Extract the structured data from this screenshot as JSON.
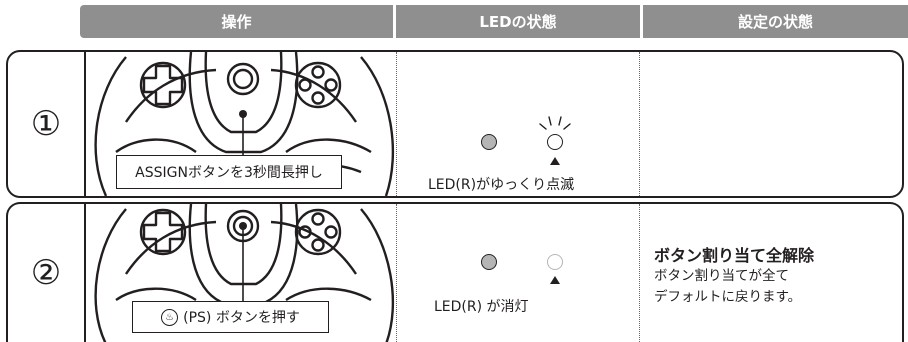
{
  "headers": {
    "operation": "操作",
    "led_state": "LEDの状態",
    "setting_state": "設定の状態"
  },
  "rows": [
    {
      "number": "①",
      "operation_label": "ASSIGNボタンを3秒間長押し",
      "led_text": "LED(R)がゆっくり点滅",
      "led_right": "blinking",
      "setting_title": "",
      "setting_desc": []
    },
    {
      "number": "②",
      "ps_symbol": "♨",
      "operation_label": "(PS) ボタンを押す",
      "led_text": "LED(R) が消灯",
      "led_right": "off",
      "setting_title": "ボタン割り当て全解除",
      "setting_desc": [
        "ボタン割り当てが全て",
        "デフォルトに戻ります。"
      ]
    }
  ],
  "colors": {
    "header_bg": "#8f8f8f",
    "border": "#231f20",
    "led_lit": "#b5b5b5"
  }
}
